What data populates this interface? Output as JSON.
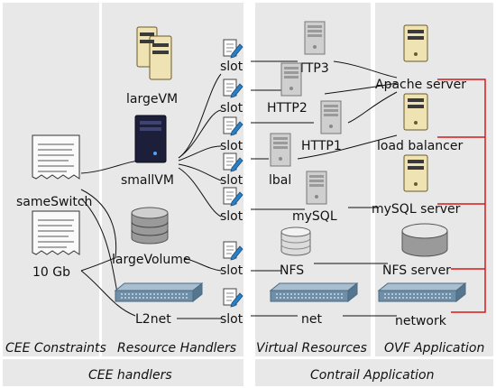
{
  "columns": {
    "cee_constraints": "CEE Constraints",
    "resource_handlers": "Resource Handlers",
    "virtual_resources": "Virtual Resources",
    "ovf_application": "OVF Application"
  },
  "groups": {
    "cee_handlers": "CEE handlers",
    "contrail_application": "Contrail Application"
  },
  "constraints": {
    "same_switch": "sameSwitch",
    "bandwidth": "10 Gb"
  },
  "handlers": {
    "large_vm": "largeVM",
    "small_vm": "smallVM",
    "large_volume": "largeVolume",
    "l2net": "L2net"
  },
  "slots": [
    "slot",
    "slot",
    "slot",
    "slot",
    "slot",
    "slot",
    "slot"
  ],
  "virtual": {
    "http3": "HTTP3",
    "http2": "HTTP2",
    "http1": "HTTP1",
    "lbal": "lbal",
    "mysql": "mySQL",
    "nfs": "NFS",
    "net": "net"
  },
  "ovf": {
    "apache_server": "Apache server",
    "load_balancer": "load balancer",
    "mysql_server": "mySQL server",
    "nfs_server": "NFS server",
    "network": "network"
  },
  "colors": {
    "panel": "#e8e8e8",
    "link_red": "#d81818",
    "server_beige": "#efe3b4",
    "server_gray": "#cfcfcf",
    "vm_dark": "#1d1f3a",
    "switch_blue": "#6f8fa8",
    "slot_pencil": "#2a7fc4"
  },
  "icons": {
    "large_vm": "server-pair-icon",
    "small_vm": "dark-server-icon",
    "large_volume": "database-icon",
    "l2net": "switch-icon",
    "slot": "document-pencil-icon",
    "virtual_vm": "gray-tower-icon",
    "nfs": "database-icon",
    "net": "switch-icon",
    "ovf_server": "beige-tower-icon",
    "nfs_server": "storage-disk-icon",
    "network": "switch-icon",
    "constraint": "document-icon"
  }
}
